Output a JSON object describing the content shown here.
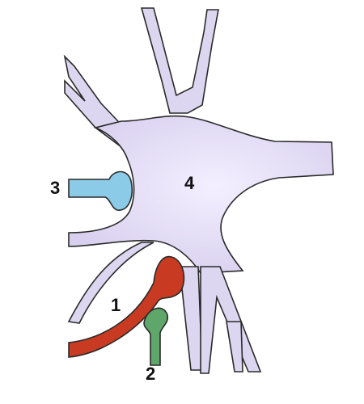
{
  "labels": {
    "one": "1",
    "two": "2",
    "three": "3",
    "four": "4"
  },
  "colors": {
    "background": "#ffffff",
    "neuron_fill": "#ddd6f0",
    "neuron_stroke": "#2a2a2a",
    "terminal_1": "#c93a22",
    "terminal_2": "#5fa66b",
    "terminal_3": "#8ccbe8"
  }
}
